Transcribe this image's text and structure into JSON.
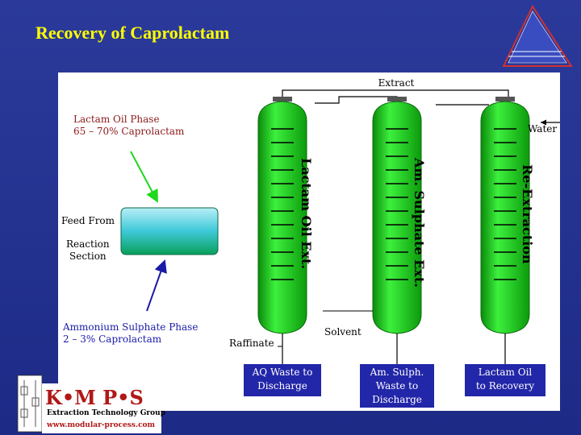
{
  "title": "Recovery of Caprolactam",
  "diagram": {
    "extract": "Extract",
    "lactam_oil_phase_line1": "Lactam Oil Phase",
    "lactam_oil_phase_line2": "65 – 70% Caprolactam",
    "water": "Water",
    "feed_from": "Feed From",
    "reaction_line1": "Reaction",
    "reaction_line2": "Section",
    "amm_sulphate_line1": "Ammonium Sulphate Phase",
    "amm_sulphate_line2": "2 – 3% Caprolactam",
    "raffinate": "Raffinate",
    "solvent": "Solvent",
    "column1": "Lactam Oil Ext.",
    "column2": "Am. Sulphate Ext.",
    "column3": "Re-Extraction",
    "out1_line1": "AQ Waste to",
    "out1_line2": "Discharge",
    "out2_line1": "Am. Sulph.",
    "out2_line2": "Waste to",
    "out2_line3": "Discharge",
    "out3_line1": "Lactam Oil",
    "out3_line2": "to Recovery"
  },
  "logo": {
    "name": "K•M P•S",
    "tagline": "Extraction Technology Group",
    "url": "www.modular-process.com"
  },
  "colors": {
    "background": "#1f2c8c",
    "title": "#ffff00",
    "column_green": "#1ed81e",
    "arrow_green": "#1ed81e",
    "label_blue": "#1a1aa8",
    "label_dark_red": "#8b1a1a",
    "box_blue": "#2226a8"
  }
}
